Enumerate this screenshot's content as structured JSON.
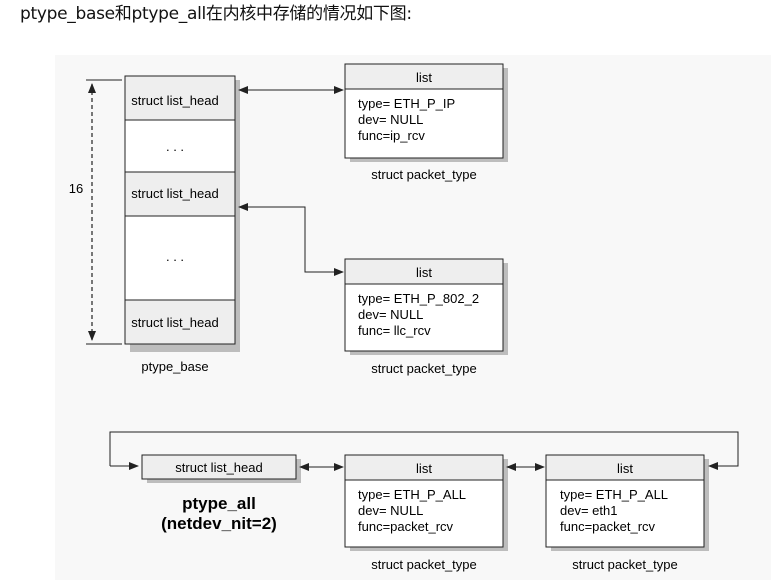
{
  "heading": "ptype_base和ptype_all在内核中存储的情况如下图:",
  "base": {
    "count_label": "16",
    "slot_label": "struct list_head",
    "ellipsis": ". . .",
    "caption": "ptype_base"
  },
  "ip_packet": {
    "header": "list",
    "line1": "type= ETH_P_IP",
    "line2": "dev= NULL",
    "line3": "func=ip_rcv",
    "caption": "struct packet_type"
  },
  "llc_packet": {
    "header": "list",
    "line1": "type= ETH_P_802_2",
    "line2": "dev= NULL",
    "line3": "func= llc_rcv",
    "caption": "struct packet_type"
  },
  "all": {
    "head_label": "struct list_head",
    "name": "ptype_all",
    "subname": "(netdev_nit=2)"
  },
  "all_packet1": {
    "header": "list",
    "line1": "type= ETH_P_ALL",
    "line2": "dev= NULL",
    "line3": "func=packet_rcv",
    "caption": "struct packet_type"
  },
  "all_packet2": {
    "header": "list",
    "line1": "type= ETH_P_ALL",
    "line2": "dev= eth1",
    "line3": "func=packet_rcv",
    "caption": "struct packet_type"
  },
  "colors": {
    "box_fill": "#ffffff",
    "shaded_fill": "#eeeeee",
    "stroke": "#222222",
    "shadow": "#bdbdbd"
  }
}
